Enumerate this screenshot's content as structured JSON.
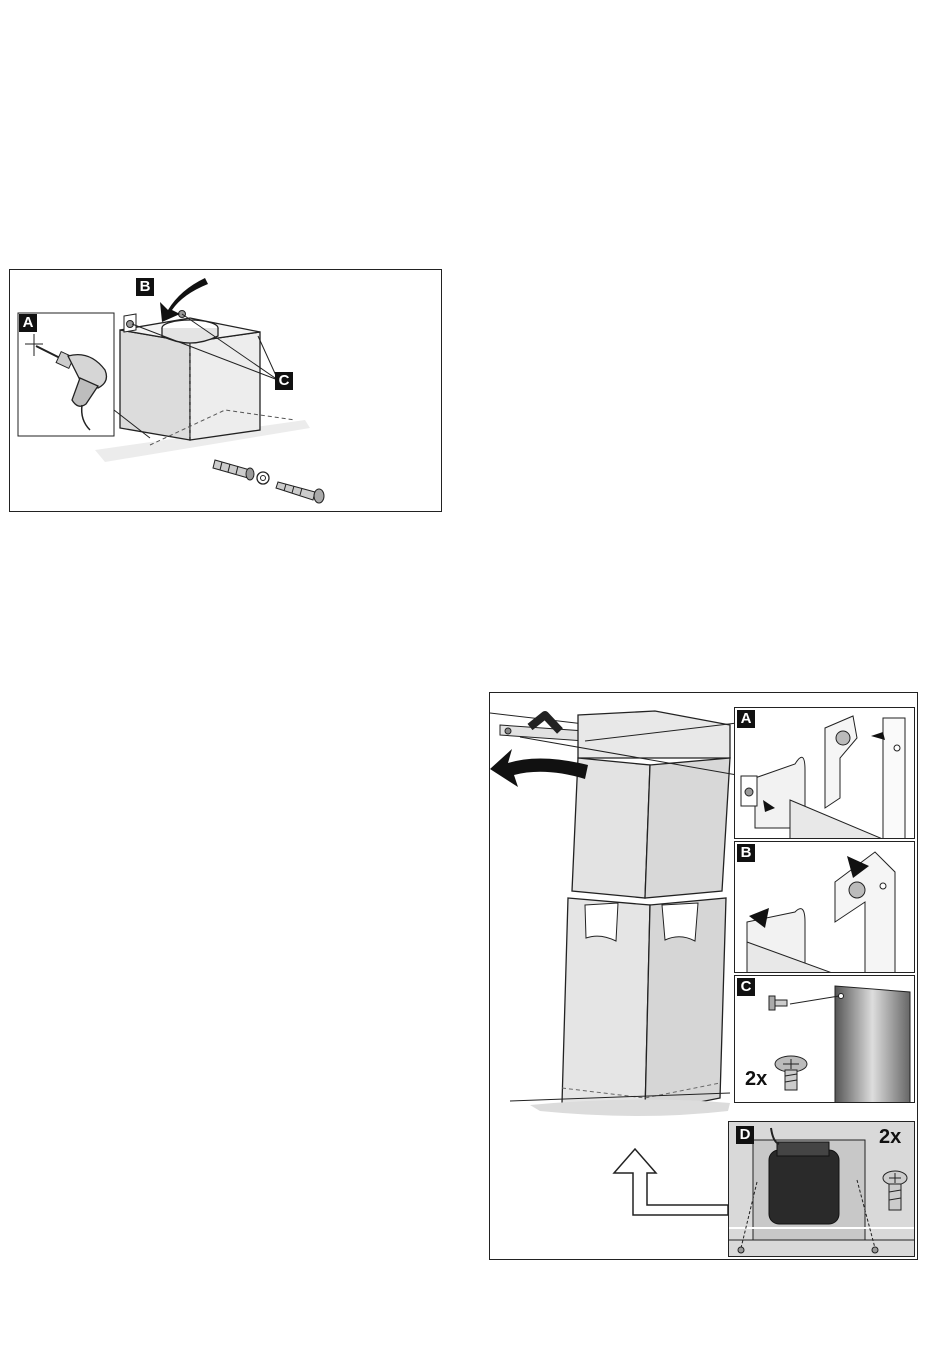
{
  "figure1": {
    "labels": {
      "a": "A",
      "b": "B",
      "c": "C"
    },
    "parts": [
      "wall-plug",
      "washer",
      "screw"
    ]
  },
  "figure2": {
    "labels": {
      "a": "A",
      "b": "B",
      "c": "C",
      "d": "D"
    },
    "quantity_c": "2x",
    "quantity_d": "2x"
  },
  "colors": {
    "outline": "#222222",
    "fill_light": "#e6e6e6",
    "fill_mid": "#cfcfcf",
    "label_bg": "#111111"
  }
}
